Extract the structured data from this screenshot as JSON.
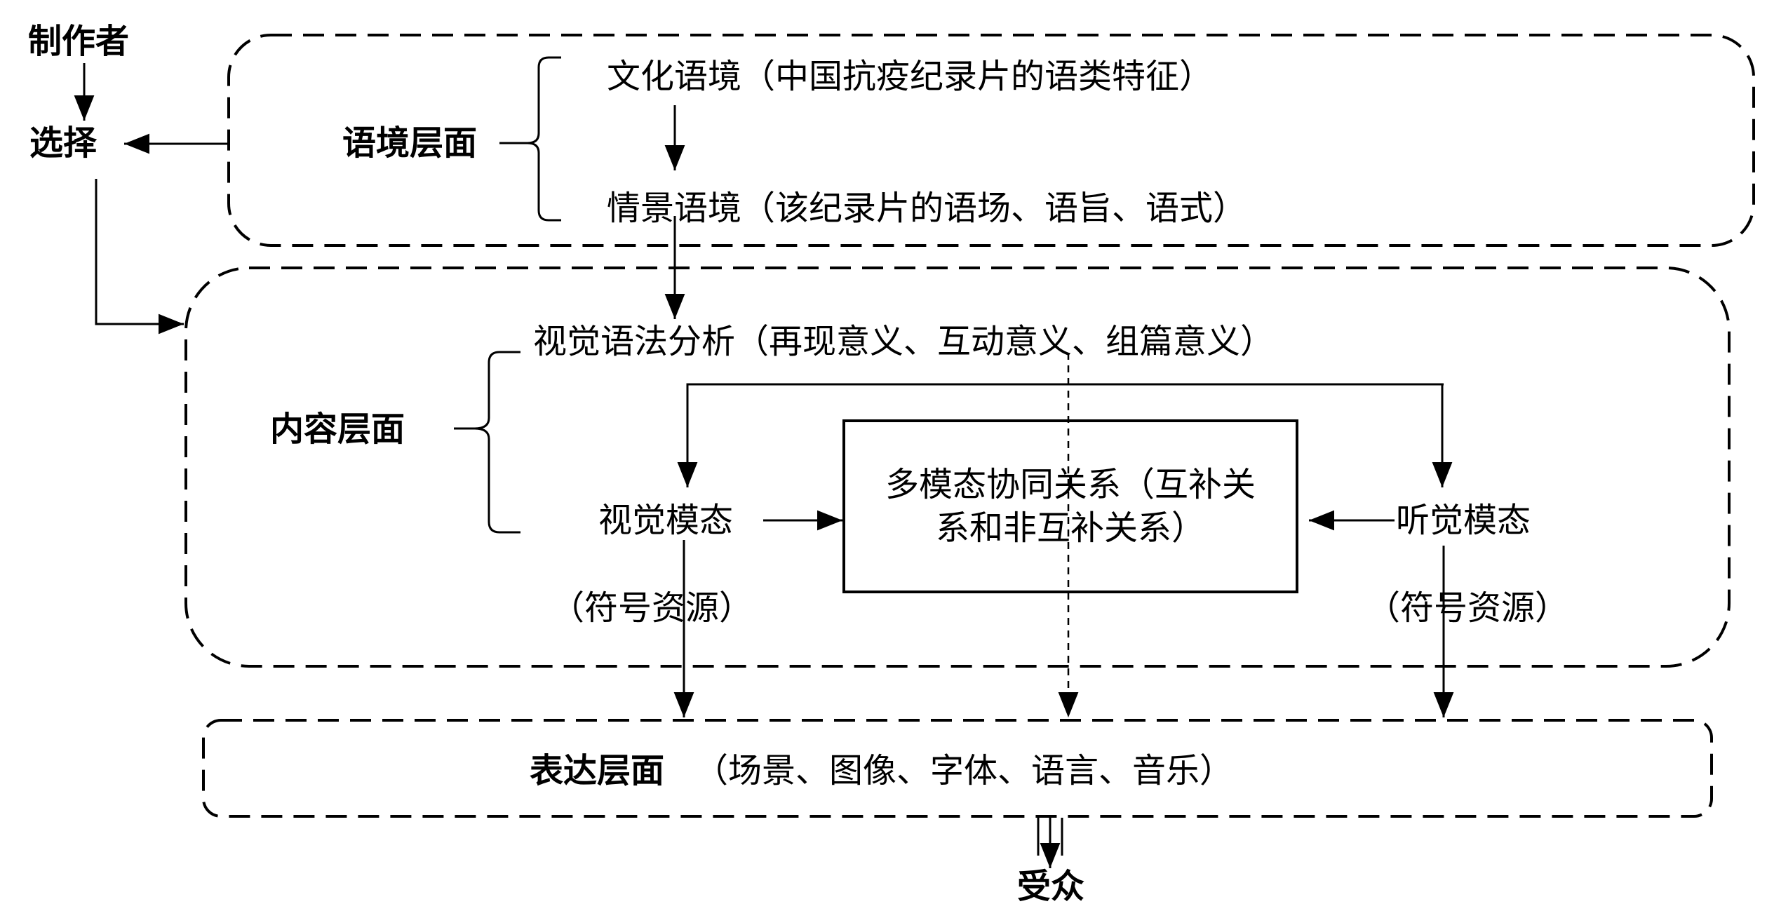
{
  "producer": "制作者",
  "select": "选择",
  "audience": "受众",
  "context_layer": {
    "label": "语境层面",
    "cultural": "文化语境（中国抗疫纪录片的语类特征）",
    "situational": "情景语境（该纪录片的语场、语旨、语式）"
  },
  "content_layer": {
    "label": "内容层面",
    "visual_grammar": "视觉语法分析（再现意义、互动意义、组篇意义）",
    "visual_mode": "视觉模态",
    "auditory_mode": "听觉模态",
    "symbol_resource_left": "（符号资源）",
    "symbol_resource_right": "（符号资源）",
    "synergy": "多模态协同关系（互补关系和非互补关系）"
  },
  "expression_layer": {
    "label": "表达层面",
    "detail": "（场景、图像、字体、语言、音乐）"
  }
}
